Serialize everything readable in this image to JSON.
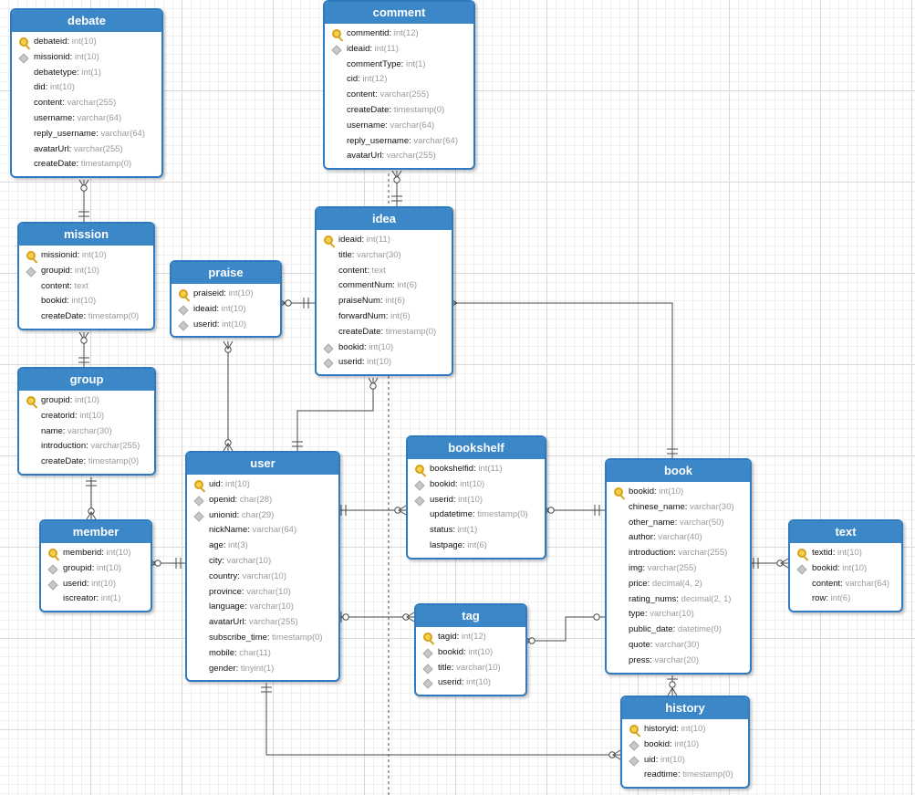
{
  "tables": [
    {
      "name": "debate",
      "fields": [
        {
          "name": "debateid",
          "type": "int(10)",
          "icon": "primary-key-icon"
        },
        {
          "name": "missionid",
          "type": "int(10)",
          "icon": "foreign-key-icon"
        },
        {
          "name": "debatetype",
          "type": "int(1)",
          "icon": ""
        },
        {
          "name": "did",
          "type": "int(10)",
          "icon": ""
        },
        {
          "name": "content",
          "type": "varchar(255)",
          "icon": ""
        },
        {
          "name": "username",
          "type": "varchar(64)",
          "icon": ""
        },
        {
          "name": "reply_username",
          "type": "varchar(64)",
          "icon": ""
        },
        {
          "name": "avatarUrl",
          "type": "varchar(255)",
          "icon": ""
        },
        {
          "name": "createDate",
          "type": "timestamp(0)",
          "icon": ""
        }
      ]
    },
    {
      "name": "comment",
      "fields": [
        {
          "name": "commentid",
          "type": "int(12)",
          "icon": "primary-key-icon"
        },
        {
          "name": "ideaid",
          "type": "int(11)",
          "icon": "foreign-key-icon"
        },
        {
          "name": "commentType",
          "type": "int(1)",
          "icon": ""
        },
        {
          "name": "cid",
          "type": "int(12)",
          "icon": ""
        },
        {
          "name": "content",
          "type": "varchar(255)",
          "icon": ""
        },
        {
          "name": "createDate",
          "type": "timestamp(0)",
          "icon": ""
        },
        {
          "name": "username",
          "type": "varchar(64)",
          "icon": ""
        },
        {
          "name": "reply_username",
          "type": "varchar(64)",
          "icon": ""
        },
        {
          "name": "avatarUrl",
          "type": "varchar(255)",
          "icon": ""
        }
      ]
    },
    {
      "name": "mission",
      "fields": [
        {
          "name": "missionid",
          "type": "int(10)",
          "icon": "primary-key-icon"
        },
        {
          "name": "groupid",
          "type": "int(10)",
          "icon": "foreign-key-icon"
        },
        {
          "name": "content",
          "type": "text",
          "icon": ""
        },
        {
          "name": "bookid",
          "type": "int(10)",
          "icon": ""
        },
        {
          "name": "createDate",
          "type": "timestamp(0)",
          "icon": ""
        }
      ]
    },
    {
      "name": "idea",
      "fields": [
        {
          "name": "ideaid",
          "type": "int(11)",
          "icon": "primary-key-icon"
        },
        {
          "name": "title",
          "type": "varchar(30)",
          "icon": ""
        },
        {
          "name": "content",
          "type": "text",
          "icon": ""
        },
        {
          "name": "commentNum",
          "type": "int(6)",
          "icon": ""
        },
        {
          "name": "praiseNum",
          "type": "int(6)",
          "icon": ""
        },
        {
          "name": "forwardNum",
          "type": "int(6)",
          "icon": ""
        },
        {
          "name": "createDate",
          "type": "timestamp(0)",
          "icon": ""
        },
        {
          "name": "bookid",
          "type": "int(10)",
          "icon": "foreign-key-icon"
        },
        {
          "name": "userid",
          "type": "int(10)",
          "icon": "foreign-key-icon"
        }
      ]
    },
    {
      "name": "praise",
      "fields": [
        {
          "name": "praiseid",
          "type": "int(10)",
          "icon": "primary-key-icon"
        },
        {
          "name": "ideaid",
          "type": "int(10)",
          "icon": "foreign-key-icon"
        },
        {
          "name": "userid",
          "type": "int(10)",
          "icon": "foreign-key-icon"
        }
      ]
    },
    {
      "name": "group",
      "fields": [
        {
          "name": "groupid",
          "type": "int(10)",
          "icon": "primary-key-icon"
        },
        {
          "name": "creatorid",
          "type": "int(10)",
          "icon": ""
        },
        {
          "name": "name",
          "type": "varchar(30)",
          "icon": ""
        },
        {
          "name": "introduction",
          "type": "varchar(255)",
          "icon": ""
        },
        {
          "name": "createDate",
          "type": "timestamp(0)",
          "icon": ""
        }
      ]
    },
    {
      "name": "bookshelf",
      "fields": [
        {
          "name": "bookshelfid",
          "type": "int(11)",
          "icon": "primary-key-icon"
        },
        {
          "name": "bookid",
          "type": "int(10)",
          "icon": "foreign-key-icon"
        },
        {
          "name": "userid",
          "type": "int(10)",
          "icon": "foreign-key-icon"
        },
        {
          "name": "updatetime",
          "type": "timestamp(0)",
          "icon": ""
        },
        {
          "name": "status",
          "type": "int(1)",
          "icon": ""
        },
        {
          "name": "lastpage",
          "type": "int(6)",
          "icon": ""
        }
      ]
    },
    {
      "name": "user",
      "fields": [
        {
          "name": "uid",
          "type": "int(10)",
          "icon": "primary-key-icon"
        },
        {
          "name": "openid",
          "type": "char(28)",
          "icon": "foreign-key-icon"
        },
        {
          "name": "unionid",
          "type": "char(29)",
          "icon": "foreign-key-icon"
        },
        {
          "name": "nickName",
          "type": "varchar(64)",
          "icon": ""
        },
        {
          "name": "age",
          "type": "int(3)",
          "icon": ""
        },
        {
          "name": "city",
          "type": "varchar(10)",
          "icon": ""
        },
        {
          "name": "country",
          "type": "varchar(10)",
          "icon": ""
        },
        {
          "name": "province",
          "type": "varchar(10)",
          "icon": ""
        },
        {
          "name": "language",
          "type": "varchar(10)",
          "icon": ""
        },
        {
          "name": "avatarUrl",
          "type": "varchar(255)",
          "icon": ""
        },
        {
          "name": "subscribe_time",
          "type": "timestamp(0)",
          "icon": ""
        },
        {
          "name": "mobile",
          "type": "char(11)",
          "icon": ""
        },
        {
          "name": "gender",
          "type": "tinyint(1)",
          "icon": ""
        }
      ]
    },
    {
      "name": "book",
      "fields": [
        {
          "name": "bookid",
          "type": "int(10)",
          "icon": "primary-key-icon"
        },
        {
          "name": "chinese_name",
          "type": "varchar(30)",
          "icon": ""
        },
        {
          "name": "other_name",
          "type": "varchar(50)",
          "icon": ""
        },
        {
          "name": "author",
          "type": "varchar(40)",
          "icon": ""
        },
        {
          "name": "introduction",
          "type": "varchar(255)",
          "icon": ""
        },
        {
          "name": "img",
          "type": "varchar(255)",
          "icon": ""
        },
        {
          "name": "price",
          "type": "decimal(4, 2)",
          "icon": ""
        },
        {
          "name": "rating_nums",
          "type": "decimal(2, 1)",
          "icon": ""
        },
        {
          "name": "type",
          "type": "varchar(10)",
          "icon": ""
        },
        {
          "name": "public_date",
          "type": "datetime(0)",
          "icon": ""
        },
        {
          "name": "quote",
          "type": "varchar(30)",
          "icon": ""
        },
        {
          "name": "press",
          "type": "varchar(20)",
          "icon": ""
        }
      ]
    },
    {
      "name": "member",
      "fields": [
        {
          "name": "memberid",
          "type": "int(10)",
          "icon": "primary-key-icon"
        },
        {
          "name": "groupid",
          "type": "int(10)",
          "icon": "foreign-key-icon"
        },
        {
          "name": "userid",
          "type": "int(10)",
          "icon": "foreign-key-icon"
        },
        {
          "name": "iscreator",
          "type": "int(1)",
          "icon": ""
        }
      ]
    },
    {
      "name": "text",
      "fields": [
        {
          "name": "textid",
          "type": "int(10)",
          "icon": "primary-key-icon"
        },
        {
          "name": "bookid",
          "type": "int(10)",
          "icon": "foreign-key-icon"
        },
        {
          "name": "content",
          "type": "varchar(64)",
          "icon": ""
        },
        {
          "name": "row",
          "type": "int(6)",
          "icon": ""
        }
      ]
    },
    {
      "name": "tag",
      "fields": [
        {
          "name": "tagid",
          "type": "int(12)",
          "icon": "primary-key-icon"
        },
        {
          "name": "bookid",
          "type": "int(10)",
          "icon": "foreign-key-icon"
        },
        {
          "name": "title",
          "type": "varchar(10)",
          "icon": "foreign-key-icon"
        },
        {
          "name": "userid",
          "type": "int(10)",
          "icon": "foreign-key-icon"
        }
      ]
    },
    {
      "name": "history",
      "fields": [
        {
          "name": "historyid",
          "type": "int(10)",
          "icon": "primary-key-icon"
        },
        {
          "name": "bookid",
          "type": "int(10)",
          "icon": "foreign-key-icon"
        },
        {
          "name": "uid",
          "type": "int(10)",
          "icon": "foreign-key-icon"
        },
        {
          "name": "readtime",
          "type": "timestamp(0)",
          "icon": ""
        }
      ]
    }
  ],
  "colors": {
    "header": "#3b87c8",
    "border": "#2e7cbf",
    "line": "#4a4a4a",
    "type_text": "#9a9a9a",
    "key": "#f5d04c",
    "fk": "#c8c8c8"
  }
}
